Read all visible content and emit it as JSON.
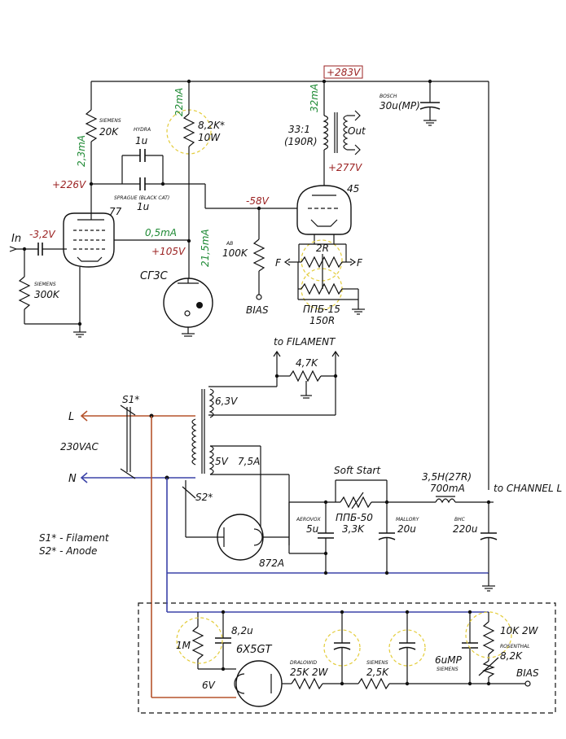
{
  "voltages": {
    "b_plus": "+283V",
    "v_226": "+226V",
    "v_neg58": "-58V",
    "v_277": "+277V",
    "v_neg32": "-3,2V",
    "v_105": "+105V"
  },
  "currents": {
    "i_22": "22mA",
    "i_32": "32mA",
    "i_23": "2,3mA",
    "i_05": "0,5mA",
    "i_215": "21,5mA"
  },
  "components": {
    "r_plate_brand": "SIEMENS",
    "r_plate": "20K",
    "c_hydra_brand": "HYDRA",
    "c_hydra": "1u",
    "c_sprague_brand": "SPRAGUE (BLACK CAT)",
    "c_sprague": "1u",
    "r_82k": "8,2K*",
    "r_82k_w": "10W",
    "tube_77": "77",
    "tube_45": "45",
    "bosch_brand": "BOSCH",
    "c_bosch": "30u(MP)",
    "ot_ratio": "33:1",
    "ot_r": "(190R)",
    "out_label": "Out",
    "ab_brand": "AB",
    "r_100k": "100K",
    "bias_label": "BIAS",
    "r_2r": "2R",
    "f_left": "F",
    "f_right": "F",
    "ppb15": "ППБ-15",
    "r_150": "150R",
    "in_label": "In",
    "r_grid_brand": "SIEMENS",
    "r_300k": "300K",
    "vr_tube": "СГ3С"
  },
  "power": {
    "to_filament": "to FILAMENT",
    "r_47k": "4,7K",
    "sec_63": "6,3V",
    "s1": "S1*",
    "line_l": "L",
    "vac": "230VAC",
    "line_n": "N",
    "sec_5v": "5V",
    "sec_5v_i": "7,5A",
    "s2": "S2*",
    "soft_start": "Soft Start",
    "ppb50": "ППБ-50",
    "r_33k": "3,3K",
    "choke": "3,5H(27R)",
    "choke_i": "700mA",
    "to_channel": "to CHANNEL L",
    "aerovox_brand": "AEROVOX",
    "c_5u": "5u",
    "mallory_brand": "MALLORY",
    "c_20u": "20u",
    "bhc_brand": "BHC",
    "c_220u": "220u",
    "tube_872a": "872A",
    "legend_s1": "S1* - Filament",
    "legend_s2": "S2* - Anode"
  },
  "bias_supply": {
    "r_1m": "1M",
    "c_82u": "8,2u",
    "tube": "6X5GT",
    "fil": "6V",
    "dralowid_brand": "DRALOWID",
    "r_25k": "25K 2W",
    "siemens_brand": "SIEMENS",
    "r_25k_b": "2,5K",
    "c_6u": "6uMP",
    "c_6u_brand": "SIEMENS",
    "r_10k": "10K 2W",
    "rosenthal_brand": "ROSENTHAL",
    "r_82k_b": "8,2K",
    "bias_out": "BIAS"
  }
}
